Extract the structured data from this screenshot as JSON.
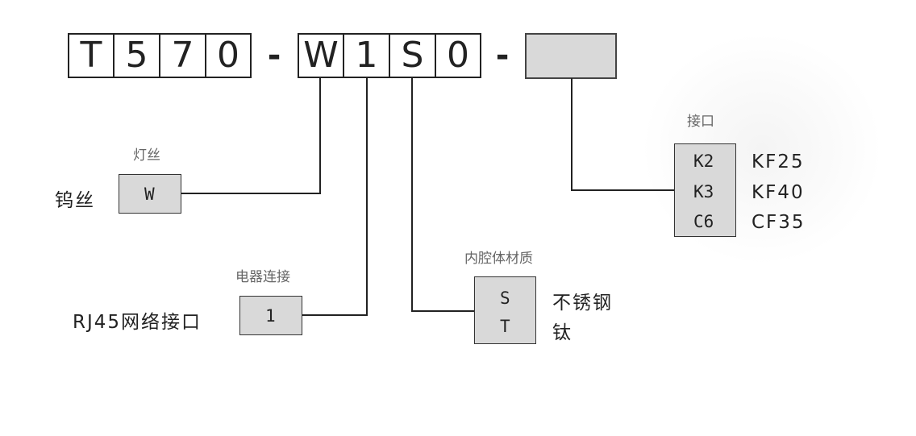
{
  "model_code": {
    "segments": [
      "T",
      "5",
      "7",
      "0",
      "W",
      "1",
      "S",
      "0"
    ],
    "separator": "-"
  },
  "filament": {
    "title": "灯丝",
    "options": [
      {
        "code": "W",
        "label": "钨丝"
      }
    ]
  },
  "electrical": {
    "title": "电器连接",
    "options": [
      {
        "code": "1",
        "label": "RJ45网络接口"
      }
    ]
  },
  "chamber": {
    "title": "内腔体材质",
    "options": [
      {
        "code": "S",
        "label": "不锈钢"
      },
      {
        "code": "T",
        "label": "钛"
      }
    ]
  },
  "interface": {
    "title": "接口",
    "options": [
      {
        "code": "K2",
        "label": "KF25"
      },
      {
        "code": "K3",
        "label": "KF40"
      },
      {
        "code": "C6",
        "label": "CF35"
      }
    ]
  },
  "colors": {
    "box_fill": "#d9d9d9",
    "line": "#222222"
  }
}
